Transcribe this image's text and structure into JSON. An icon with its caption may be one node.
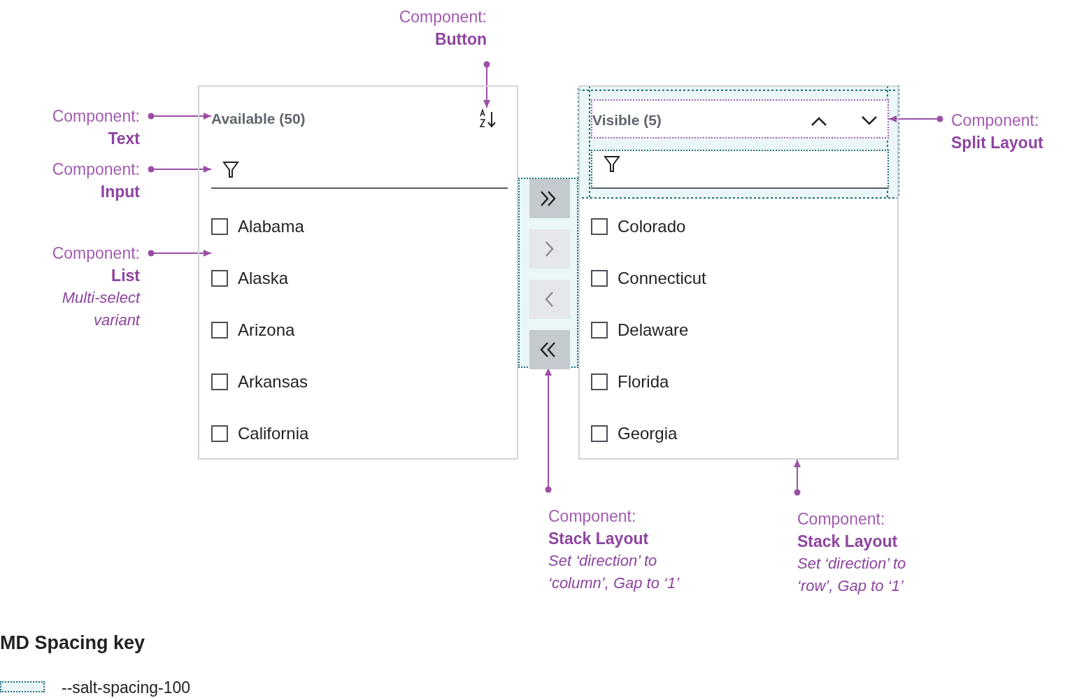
{
  "diagram": {
    "nodes": [
      {
        "text": [
          "Component:",
          "Button"
        ]
      },
      {
        "text": [
          "Component:",
          "Text"
        ]
      },
      {
        "text": [
          "Component:",
          "Input"
        ]
      },
      {
        "text": [
          "Component:",
          "List",
          "Multi-select variant"
        ]
      },
      {
        "text": [],
        "shape": "box"
      },
      {
        "text": [
          "Available (50)"
        ],
        "in": 4
      },
      {
        "text": [],
        "shape": "picture",
        "in": 4
      },
      {
        "text": [],
        "shape": "box",
        "in": 4
      },
      {
        "text": [],
        "shape": "box",
        "in": 4
      },
      {
        "text": [
          "Alabama"
        ],
        "in": 8
      },
      {
        "text": [
          "Alaska"
        ],
        "in": 8
      },
      {
        "text": [
          "Arizona"
        ],
        "in": 8
      },
      {
        "text": [
          "Arkansas"
        ],
        "in": 8
      },
      {
        "text": [
          "California"
        ],
        "in": 8
      },
      {
        "text": [],
        "shape": "box"
      },
      {
        "text": [],
        "shape": "box",
        "in": 14
      },
      {
        "text": [],
        "shape": "box",
        "in": 14
      },
      {
        "text": [],
        "shape": "box",
        "in": 14
      },
      {
        "text": [],
        "shape": "box",
        "in": 14
      },
      {
        "text": [],
        "shape": "box"
      },
      {
        "text": [],
        "shape": "box",
        "in": 19
      },
      {
        "text": [
          "Visible (5)"
        ],
        "in": 20
      },
      {
        "text": [],
        "shape": "picture",
        "in": 20
      },
      {
        "text": [],
        "shape": "picture",
        "in": 20
      },
      {
        "text": [],
        "shape": "box",
        "in": 19
      },
      {
        "text": [],
        "shape": "box",
        "in": 19
      },
      {
        "text": [
          "Colorado"
        ],
        "in": 25
      },
      {
        "text": [
          "Connecticut"
        ],
        "in": 25
      },
      {
        "text": [
          "Delaware"
        ],
        "in": 25
      },
      {
        "text": [
          "Florida"
        ],
        "in": 25
      },
      {
        "text": [
          "Georgia"
        ],
        "in": 25
      },
      {
        "text": [
          "Component:",
          "Split Layout"
        ]
      },
      {
        "text": [
          "Component:",
          "Stack Layout",
          "Set ‘direction’ to ‘column’, Gap to ‘1’"
        ]
      },
      {
        "text": [
          "Component:",
          "Stack Layout",
          "Set ‘direction’ to ‘row’, Gap to ‘1’"
        ]
      }
    ],
    "edges": [
      {
        "from": 0,
        "to": 6,
        "arrow": "to"
      },
      {
        "from": 1,
        "to": 5,
        "arrow": "to"
      },
      {
        "from": 2,
        "to": 7,
        "arrow": "to"
      },
      {
        "from": 3,
        "to": 8,
        "arrow": "to"
      },
      {
        "from": 31,
        "to": 20,
        "arrow": "to"
      },
      {
        "from": 32,
        "to": 14,
        "arrow": "to"
      },
      {
        "from": 33,
        "to": 19,
        "arrow": "to"
      }
    ],
    "labels": [
      "MD Spacing key"
    ],
    "legend": [
      {
        "text": "--salt-spacing-100"
      }
    ]
  }
}
